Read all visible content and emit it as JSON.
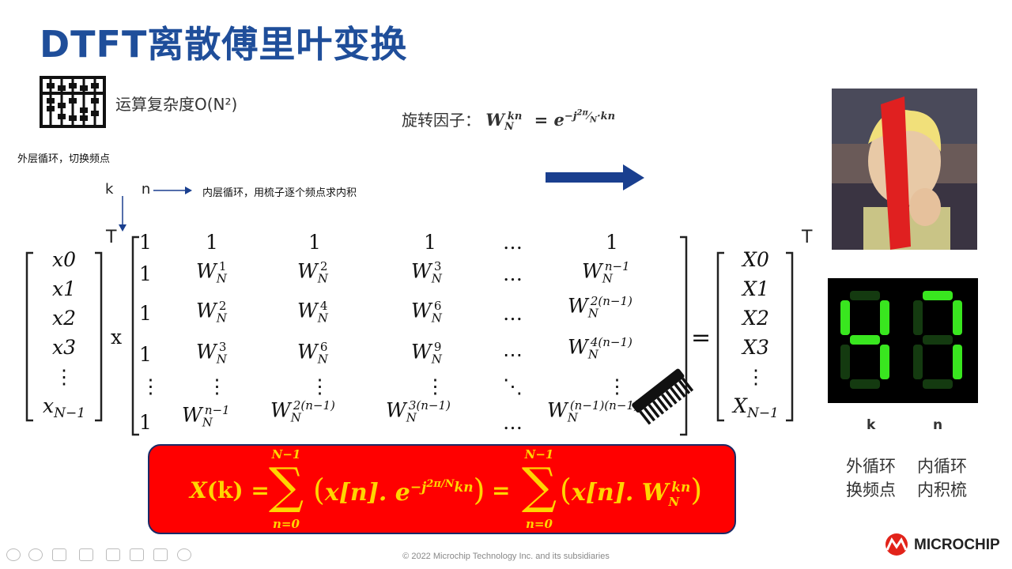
{
  "title": "DTFT离散傅里叶变换",
  "complexity_label": "运算复杂度O(N²)",
  "rotation_factor": {
    "label": "旋转因子：",
    "formula": "W_N^kn = e^(-j 2π/N · kn)"
  },
  "outer_loop_label": "外层循环，切换频点",
  "k_label": "k",
  "n_label": "n",
  "inner_loop_label": "内层循环，用梳子逐个频点求内积",
  "transpose_mark": "T",
  "multiply_sign": "x",
  "equals_sign": "=",
  "input_vector": [
    "x0",
    "x1",
    "x2",
    "x3",
    "⋮",
    "x_{N−1}"
  ],
  "output_vector": [
    "X0",
    "X1",
    "X2",
    "X3",
    "⋮",
    "X_{N−1}"
  ],
  "formula": "X(k) = Σ_{n=0}^{N−1} (x[n]. e^{−j 2π/N kn}) = Σ_{n=0}^{N−1} (x[n]. W_N^{kn})",
  "segment_display": {
    "digits": "47",
    "color": "#39e61f",
    "k_label": "k",
    "n_label": "n"
  },
  "captions": {
    "left_line1": "外循环",
    "left_line2": "换频点",
    "right_line1": "内循环",
    "right_line2": "内积梳"
  },
  "footer": "© 2022 Microchip Technology Inc. and its subsidiaries",
  "logo_text": "MICROCHIP",
  "colors": {
    "title": "#1f4e9a",
    "arrow": "#1a3f8f",
    "formula_bg": "#ff0000",
    "formula_text": "#ffd500"
  }
}
